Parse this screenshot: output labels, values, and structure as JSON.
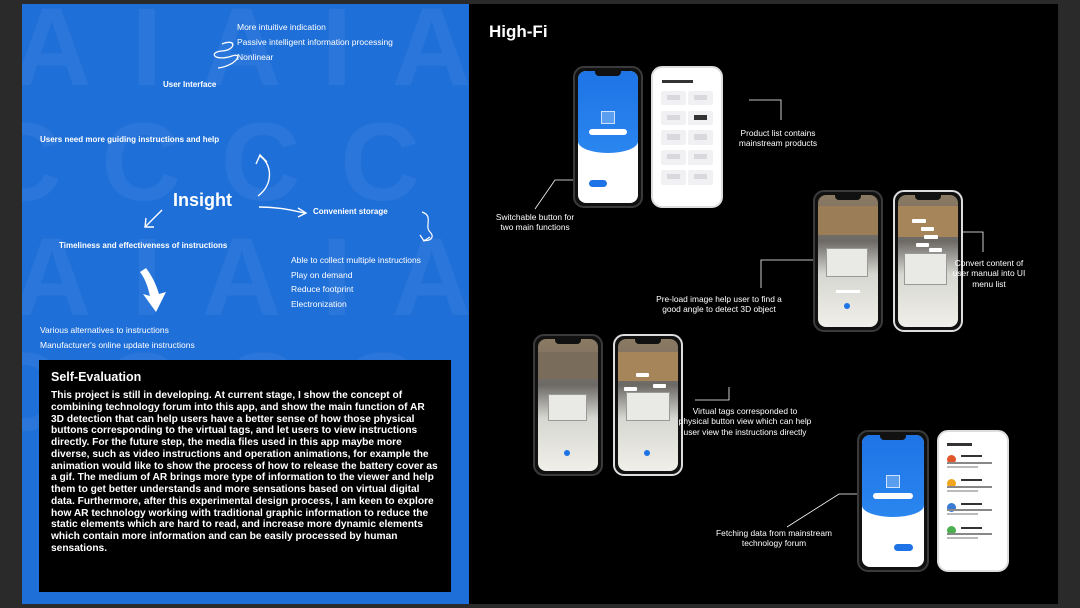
{
  "left": {
    "insight": "Insight",
    "user_interface": "User Interface",
    "ui_points": [
      "More intuitive indication",
      "Passive intelligent information processing",
      "Nonlinear"
    ],
    "guiding": "Users need more guiding instructions and help",
    "timeliness": "Timeliness and effectiveness of instructions",
    "convenient_storage": "Convenient storage",
    "storage_points": [
      "Able to collect multiple instructions",
      "Play on demand",
      "Reduce footprint",
      "Electronization"
    ],
    "alternatives": [
      "Various alternatives to instructions",
      "Manufacturer's online update instructions"
    ],
    "self_evaluation": {
      "title": "Self-Evaluation",
      "body": "This project is still in developing. At current stage, I show the concept of combining technology forum into this app, and show the main function of AR 3D detection that can help users have a better sense of how those physical buttons corresponding to the virtual tags, and let users to view instructions directly. For the future step, the media files used in this app maybe more diverse, such as video instructions and operation animations, for example the animation would like to show the process of how to release the battery cover as a gif. The medium of AR brings more type of information to the viewer and help them to get better understands and more sensations based on virtual digital data. Furthermore, after this experimental design process, I am keen to explore how AR technology working with traditional graphic information to reduce the static elements which are hard to read, and increase more dynamic elements which contain more information and can be easily processed by human sensations."
    }
  },
  "right": {
    "title": "High-Fi",
    "captions": {
      "product_list": [
        "Product list contains",
        "mainstream products"
      ],
      "switchable": [
        "Switchable button for",
        "two main functions"
      ],
      "convert": [
        "Convert content of",
        "user manual into UI",
        "menu list"
      ],
      "preload": [
        "Pre-load image help user to find a",
        "good angle to detect 3D object"
      ],
      "virtual_tags": [
        "Virtual tags corresponded to",
        "physical button view which can help",
        "user view the instructions directly"
      ],
      "fetching": [
        "Fetching data from mainstream",
        "technology forum"
      ]
    }
  },
  "colors": {
    "accent_blue": "#1f6fd8",
    "panel_black": "#000000"
  }
}
